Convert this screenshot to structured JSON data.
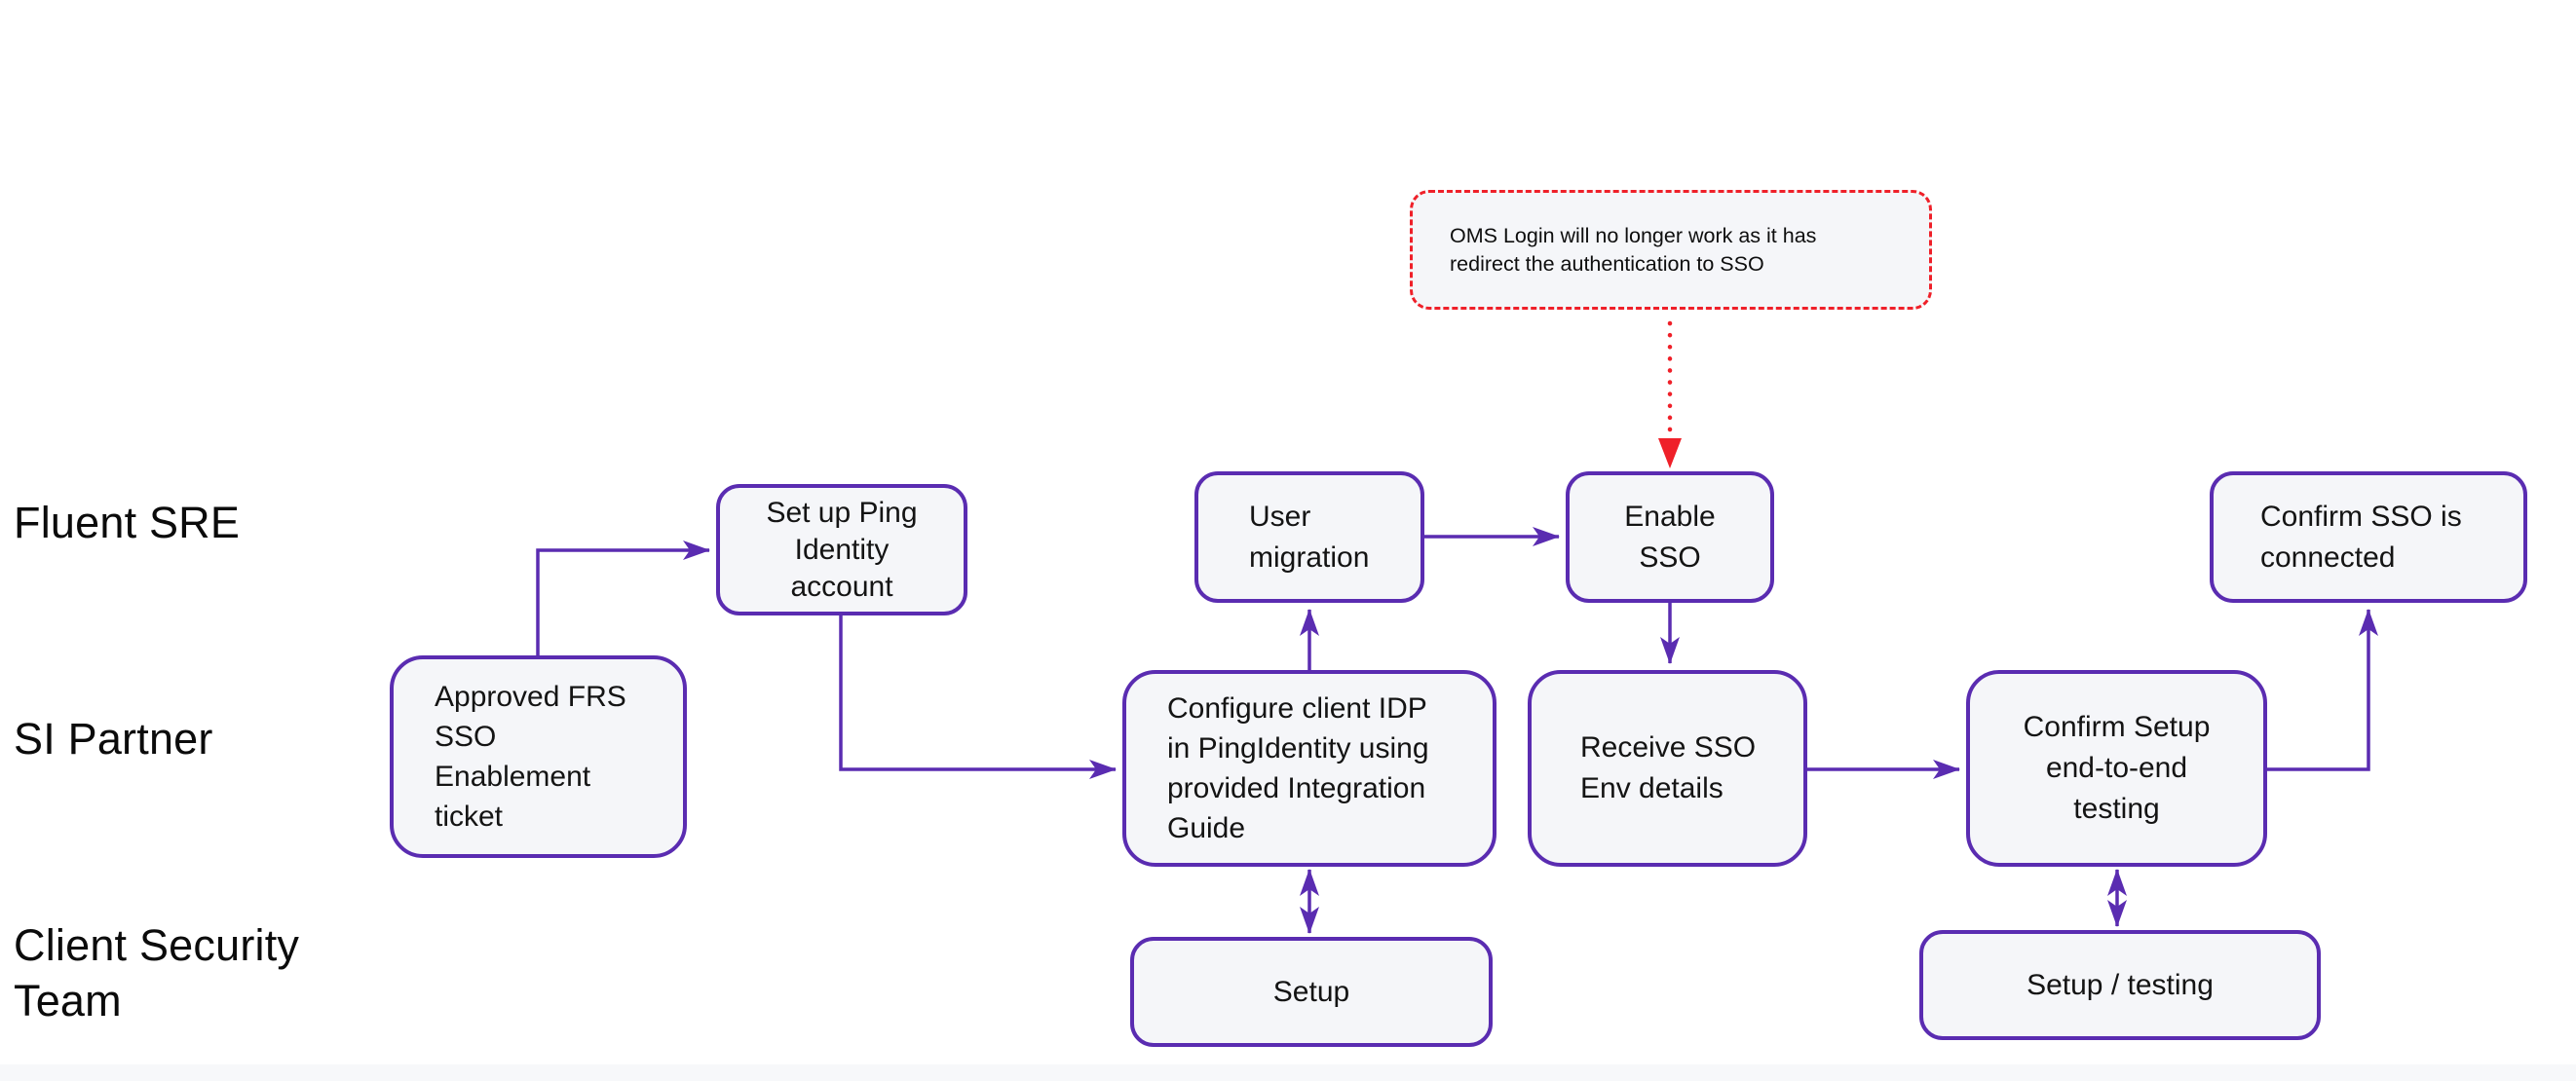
{
  "lanes": {
    "fluent_sre": "Fluent SRE",
    "si_partner": "SI Partner",
    "client_security_team": "Client Security\nTeam"
  },
  "annotation": {
    "text": "OMS Login will no longer work as it has\nredirect the authentication to SSO"
  },
  "boxes": {
    "approved_ticket": "Approved FRS\nSSO\nEnablement\nticket",
    "setup_ping": "Set up Ping\nIdentity\naccount",
    "user_migration": "User\nmigration",
    "enable_sso": "Enable\nSSO",
    "confirm_sso_connected": "Confirm SSO is\nconnected",
    "configure_idp": "Configure client IDP\nin PingIdentity using\nprovided Integration\nGuide",
    "receive_sso_env": "Receive SSO\nEnv details",
    "confirm_setup_testing": "Confirm Setup\nend-to-end\ntesting",
    "setup": "Setup",
    "setup_testing": "Setup / testing"
  },
  "colors": {
    "node_border": "#5a2cb1",
    "node_fill": "#f5f6f9",
    "connector": "#5a2cb1",
    "annotation_red": "#ef2029",
    "text": "#141414",
    "background": "#ffffff",
    "footer_band": "#f7f8fa"
  }
}
